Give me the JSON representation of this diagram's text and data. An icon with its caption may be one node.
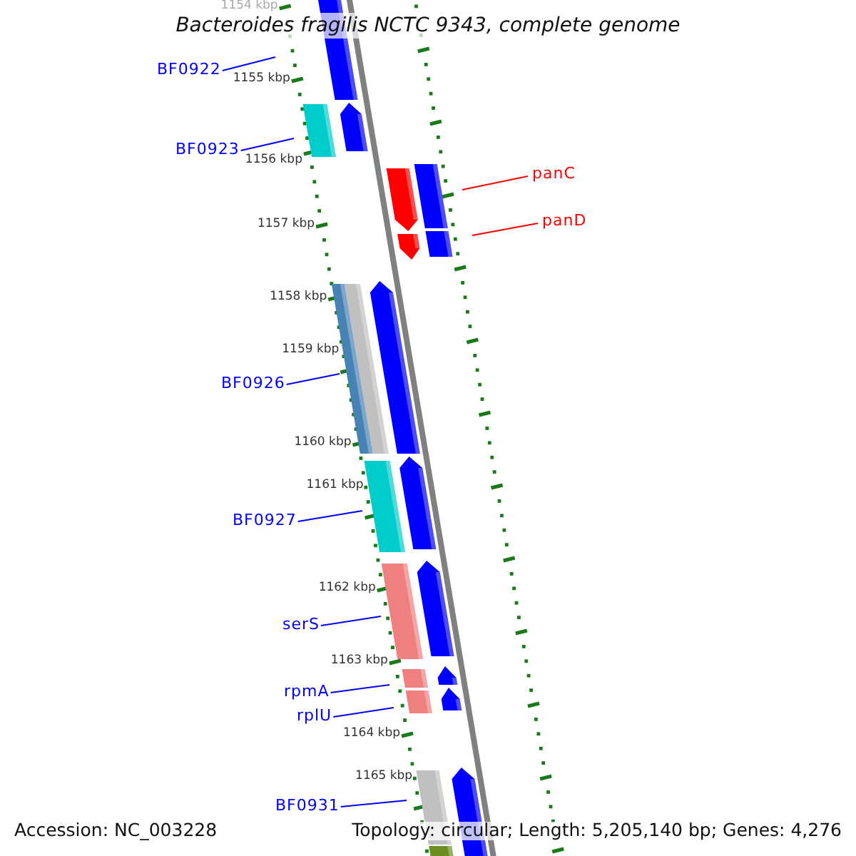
{
  "diagram": {
    "title": "Bacteroides fragilis NCTC 9343, complete genome",
    "nodes": [
      {
        "text": [
          "BF0922"
        ]
      },
      {
        "text": [
          "BF0923"
        ]
      },
      {
        "text": [
          "panC"
        ]
      },
      {
        "text": [
          "panD"
        ]
      },
      {
        "text": [
          "BF0926"
        ]
      },
      {
        "text": [
          "BF0927"
        ]
      },
      {
        "text": [
          "serS"
        ]
      },
      {
        "text": [
          "rpmA"
        ]
      },
      {
        "text": [
          "rplU"
        ]
      },
      {
        "text": [
          "BF0931"
        ]
      }
    ],
    "edges": [
      {
        "from": 0,
        "to": null,
        "arrow": "none"
      },
      {
        "from": 1,
        "to": null,
        "arrow": "none"
      },
      {
        "from": 2,
        "to": null,
        "arrow": "none",
        "color": "#ff0000"
      },
      {
        "from": 3,
        "to": null,
        "arrow": "none",
        "color": "#ff0000"
      },
      {
        "from": 4,
        "to": null,
        "arrow": "none"
      },
      {
        "from": 5,
        "to": null,
        "arrow": "none"
      },
      {
        "from": 6,
        "to": null,
        "arrow": "none"
      },
      {
        "from": 7,
        "to": null,
        "arrow": "none"
      },
      {
        "from": 8,
        "to": null,
        "arrow": "none"
      },
      {
        "from": 9,
        "to": null,
        "arrow": "none"
      }
    ],
    "labels": [
      "1154 kbp",
      "1155 kbp",
      "1156 kbp",
      "1157 kbp",
      "1158 kbp",
      "1159 kbp",
      "1160 kbp",
      "1161 kbp",
      "1162 kbp",
      "1163 kbp",
      "1164 kbp",
      "1165 kbp",
      "Accession: NC_003228",
      "Topology: circular; Length: 5,205,140 bp; Genes: 4,276"
    ]
  }
}
